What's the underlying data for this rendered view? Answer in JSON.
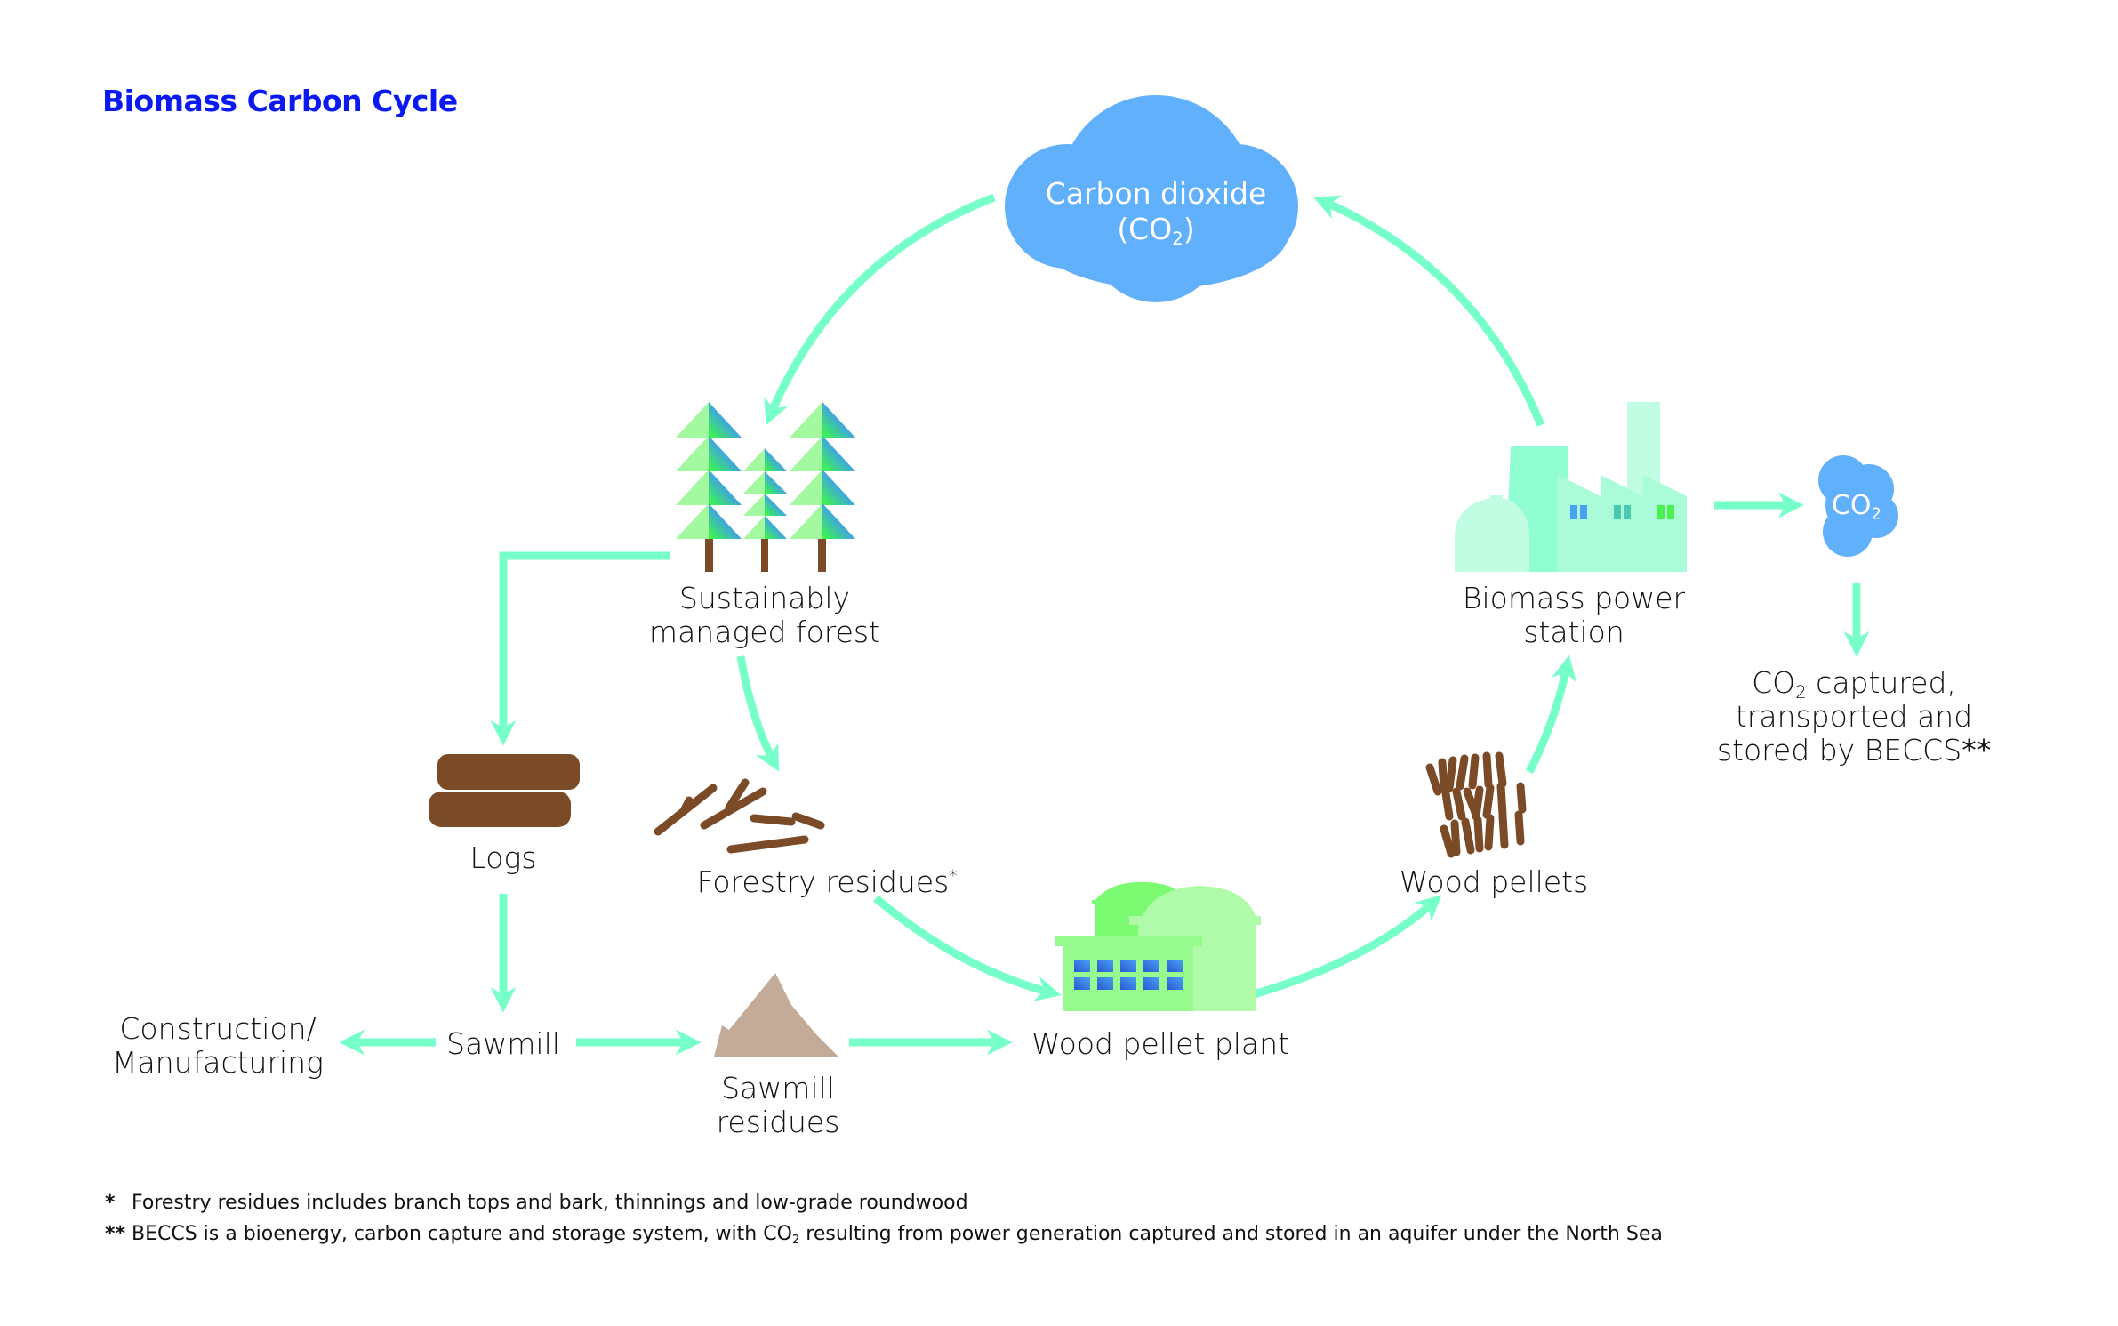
{
  "title": "Biomass Carbon Cycle",
  "colors": {
    "title": "#0a1af0",
    "arrow": "#76ffc9",
    "cloud": "#61b0fb",
    "wood": "#7b4b27",
    "sawdust": "#c4ab97",
    "tree_light": "#a3f99f",
    "tree_dark": "#3f7cf0",
    "plant_main": "#97fa8f",
    "plant_dome": "#b0fbaa",
    "station_light": "#c1fde2",
    "station_mid": "#90fdd3",
    "station_front": "#aafcd9"
  },
  "nodes": {
    "carbon_dioxide": {
      "line1": "Carbon dioxide",
      "line2_prefix": "(CO",
      "line2_sub": "2",
      "line2_suffix": ")",
      "icon": "cloud-icon"
    },
    "forest": {
      "line1": "Sustainably",
      "line2": "managed forest",
      "icon": "trees-icon"
    },
    "power_station": {
      "line1": "Biomass power",
      "line2": "station",
      "icon": "factory-icon"
    },
    "co2_small": {
      "prefix": "CO",
      "sub": "2",
      "icon": "small-cloud-icon"
    },
    "beccs": {
      "line1_prefix": "CO",
      "line1_sub": "2",
      "line1_suffix": " captured,",
      "line2": "transported and",
      "line3": "stored by BECCS",
      "line3_mark": "**"
    },
    "logs": {
      "label": "Logs",
      "icon": "logs-icon"
    },
    "forestry_residues": {
      "label": "Forestry residues",
      "mark": "*",
      "icon": "branches-icon"
    },
    "wood_pellets": {
      "label": "Wood pellets",
      "icon": "pellets-icon"
    },
    "wood_pellet_plant": {
      "label": "Wood pellet plant",
      "icon": "pellet-plant-icon"
    },
    "sawmill": {
      "label": "Sawmill"
    },
    "construction": {
      "line1": "Construction/",
      "line2": "Manufacturing"
    },
    "sawmill_residues": {
      "line1": "Sawmill",
      "line2": "residues",
      "icon": "sawdust-pile-icon"
    }
  },
  "flows": [
    {
      "from": "Carbon dioxide",
      "to": "Sustainably managed forest"
    },
    {
      "from": "Sustainably managed forest",
      "to": "Logs"
    },
    {
      "from": "Sustainably managed forest",
      "to": "Forestry residues"
    },
    {
      "from": "Logs",
      "to": "Sawmill"
    },
    {
      "from": "Sawmill",
      "to": "Construction/Manufacturing"
    },
    {
      "from": "Sawmill",
      "to": "Sawmill residues"
    },
    {
      "from": "Sawmill residues",
      "to": "Wood pellet plant"
    },
    {
      "from": "Forestry residues",
      "to": "Wood pellet plant"
    },
    {
      "from": "Wood pellet plant",
      "to": "Wood pellets"
    },
    {
      "from": "Wood pellets",
      "to": "Biomass power station"
    },
    {
      "from": "Biomass power station",
      "to": "Carbon dioxide"
    },
    {
      "from": "Biomass power station",
      "to": "CO2"
    },
    {
      "from": "CO2",
      "to": "CO2 captured, transported and stored by BECCS"
    }
  ],
  "footnotes": [
    {
      "mark": "*",
      "text": "Forestry residues includes branch tops and bark, thinnings and low-grade roundwood"
    },
    {
      "mark": "**",
      "text_prefix": "BECCS is a bioenergy, carbon capture and storage system, with CO",
      "sub": "2",
      "text_suffix": " resulting from power generation captured and stored in an aquifer under the North Sea"
    }
  ]
}
